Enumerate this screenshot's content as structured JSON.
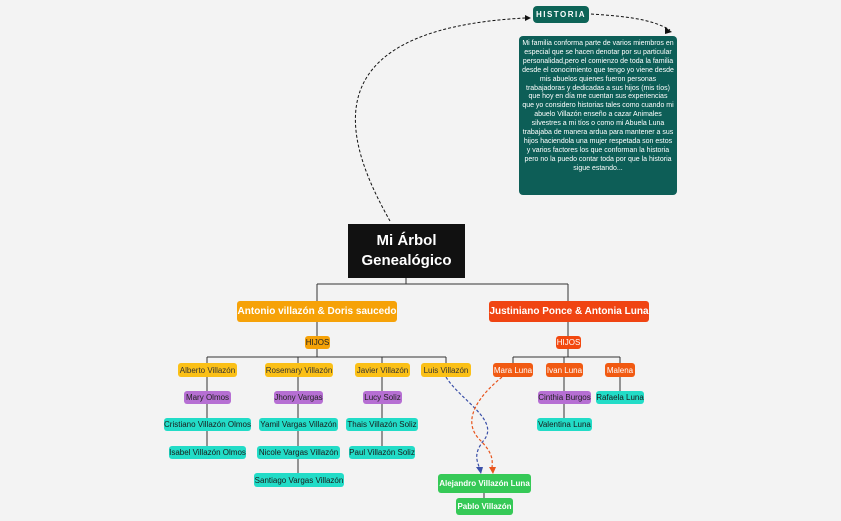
{
  "root": {
    "line1": "Mi Árbol",
    "line2": "Genealógico"
  },
  "historia": {
    "label": "HISTORIA",
    "text": "Mi familia conforma parte de varios miembros en especial que se hacen denotar por su particular personalidad,pero el comienzo de toda la familia desde el conocimiento que tengo yo viene desde mis abuelos quienes fueron personas trabajadoras y dedicadas a sus hijos (mis tíos) que hoy en día me cuentan sus experiencias que yo considero historias tales como cuando mi abuelo Villazón enseño a cazar Animales silvestres a mi tíos o como mi Abuela Luna trabajaba de manera ardua para mantener a sus hijos haciendola una mujer respetada son estos y varios factores los que conforman la historia pero no la puedo contar toda por que la historia sigue estando..."
  },
  "families": {
    "left": {
      "couple": "Antonio villazón & Doris saucedo",
      "hijos": "HIJOS",
      "children": [
        {
          "name": "Alberto Villazón",
          "spouse": "Mary Olmos",
          "kids": [
            "Cristiano Villazón Olmos",
            "Isabel Villazón Olmos"
          ]
        },
        {
          "name": "Rosemary Villazón",
          "spouse": "Jhony Vargas",
          "kids": [
            "Yamil Vargas Villazón",
            "Nicole Vargas Villazón",
            "Santiago Vargas Villazón"
          ]
        },
        {
          "name": "Javier Villazón",
          "spouse": "Lucy Soliz",
          "kids": [
            "Thais Villazón Soliz",
            "Paul Villazón Soliz"
          ]
        },
        {
          "name": "Luis Villazón"
        }
      ]
    },
    "right": {
      "couple": "Justiniano Ponce & Antonia Luna",
      "hijos": "HIJOS",
      "children": [
        {
          "name": "Mara Luna"
        },
        {
          "name": "Ivan Luna",
          "spouse": "Cinthia Burgos",
          "kids": [
            "Valentina Luna"
          ]
        },
        {
          "name": "Malena",
          "spouse": "Rafaela Luna"
        }
      ]
    }
  },
  "union": {
    "child": "Alejandro Villazón Luna",
    "grandchild": "Pablo Villazón"
  },
  "colors": {
    "background": "#f3f3f3",
    "root": "#111111",
    "historia": "#0d5e57",
    "left_primary": "#f6a208",
    "left_child": "#fbc017",
    "right_primary": "#f04412",
    "right_child": "#f15a12",
    "spouse": "#b66fd3",
    "grandchild": "#22dcc7",
    "union": "#36c957",
    "relation_left": "#3a4fa8",
    "relation_right": "#e8541c"
  }
}
